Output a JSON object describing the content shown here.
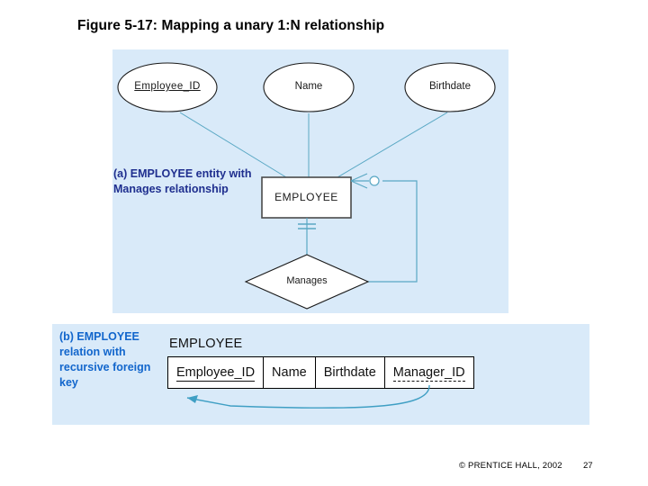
{
  "slide": {
    "title": "Figure 5-17: Mapping a unary 1:N relationship",
    "background": "#ffffff",
    "panel_color": "#d9eaf9"
  },
  "part_a": {
    "caption": "(a) EMPLOYEE entity with Manages relationship",
    "caption_color": "#1f2f8f",
    "entity": {
      "name": "EMPLOYEE",
      "shape": "rectangle"
    },
    "relationship": {
      "name": "Manages",
      "shape": "diamond",
      "cardinality_near_entity": "one-mandatory",
      "cardinality_far_entity": "many-optional"
    },
    "attributes": [
      {
        "label": "Employee_ID",
        "display": "Employee_ID",
        "key": "primary",
        "shape": "ellipse"
      },
      {
        "label": "Name",
        "display": "Name",
        "key": "none",
        "shape": "ellipse"
      },
      {
        "label": "Birthdate",
        "display": "Birthdate",
        "key": "none",
        "shape": "ellipse"
      }
    ],
    "line_color": "#5aa8c4"
  },
  "part_b": {
    "caption": "(b) EMPLOYEE relation with recursive foreign key",
    "caption_color": "#1266cc",
    "relation_name": "EMPLOYEE",
    "columns": [
      {
        "label": "Employee_ID",
        "key": "primary"
      },
      {
        "label": "Name",
        "key": "none"
      },
      {
        "label": "Birthdate",
        "key": "none"
      },
      {
        "label": "Manager_ID",
        "key": "foreign"
      }
    ],
    "fk_arc": {
      "from": "Manager_ID",
      "to": "Employee_ID",
      "color": "#3f9fc4"
    }
  },
  "footer": {
    "copyright": "© PRENTICE HALL, 2002",
    "page_number": "27"
  }
}
